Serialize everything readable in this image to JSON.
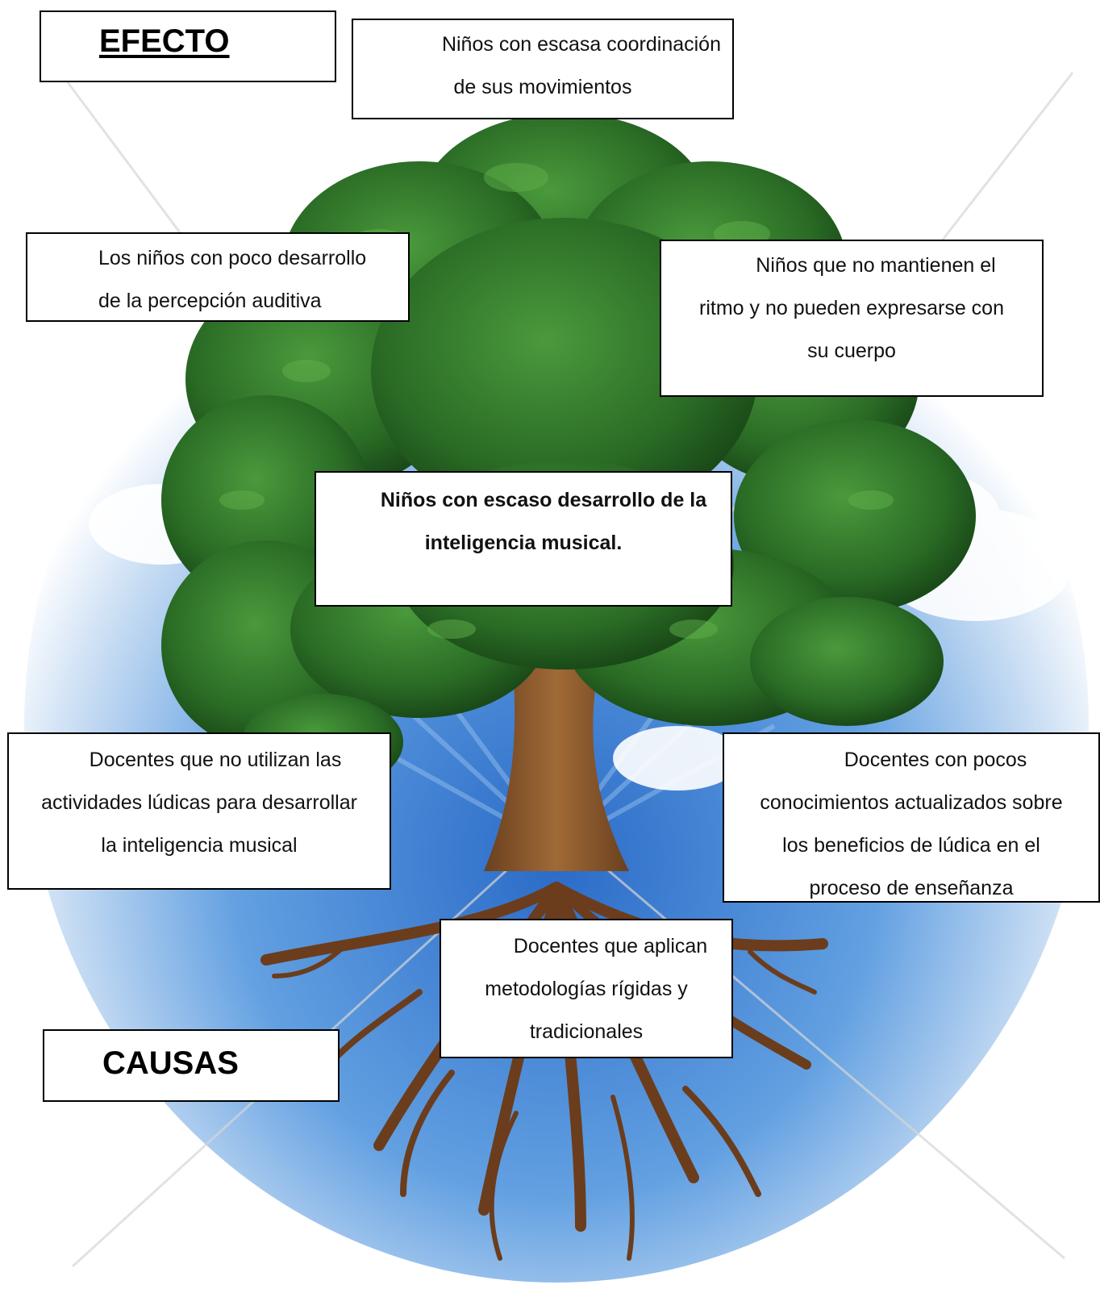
{
  "headings": {
    "efecto": "EFECTO",
    "causas": "CAUSAS"
  },
  "effects": {
    "top": [
      "Niños con escasa  coordinación",
      "de sus movimientos"
    ],
    "left": [
      "Los niños con poco desarrollo",
      "de la percepción auditiva"
    ],
    "right": [
      "Niños  que no mantienen el",
      "ritmo y no pueden expresarse con",
      "su cuerpo"
    ]
  },
  "central_problem": [
    "Niños con escaso desarrollo de  la",
    "inteligencia musical."
  ],
  "causes": {
    "left": [
      "Docentes que no utilizan las",
      "actividades lúdicas para desarrollar",
      "la inteligencia musical"
    ],
    "right": [
      "Docentes con pocos",
      "conocimientos actualizados sobre",
      "los beneficios de lúdica en el",
      "proceso de enseñanza"
    ],
    "bottom": [
      "Docentes que aplican",
      "metodologías rígidas y",
      "tradicionales"
    ]
  },
  "colors": {
    "sky": "#3d86d6",
    "foliage": "#2f7a2b",
    "trunk": "#8a5a2b",
    "roots": "#6b3d1d"
  }
}
